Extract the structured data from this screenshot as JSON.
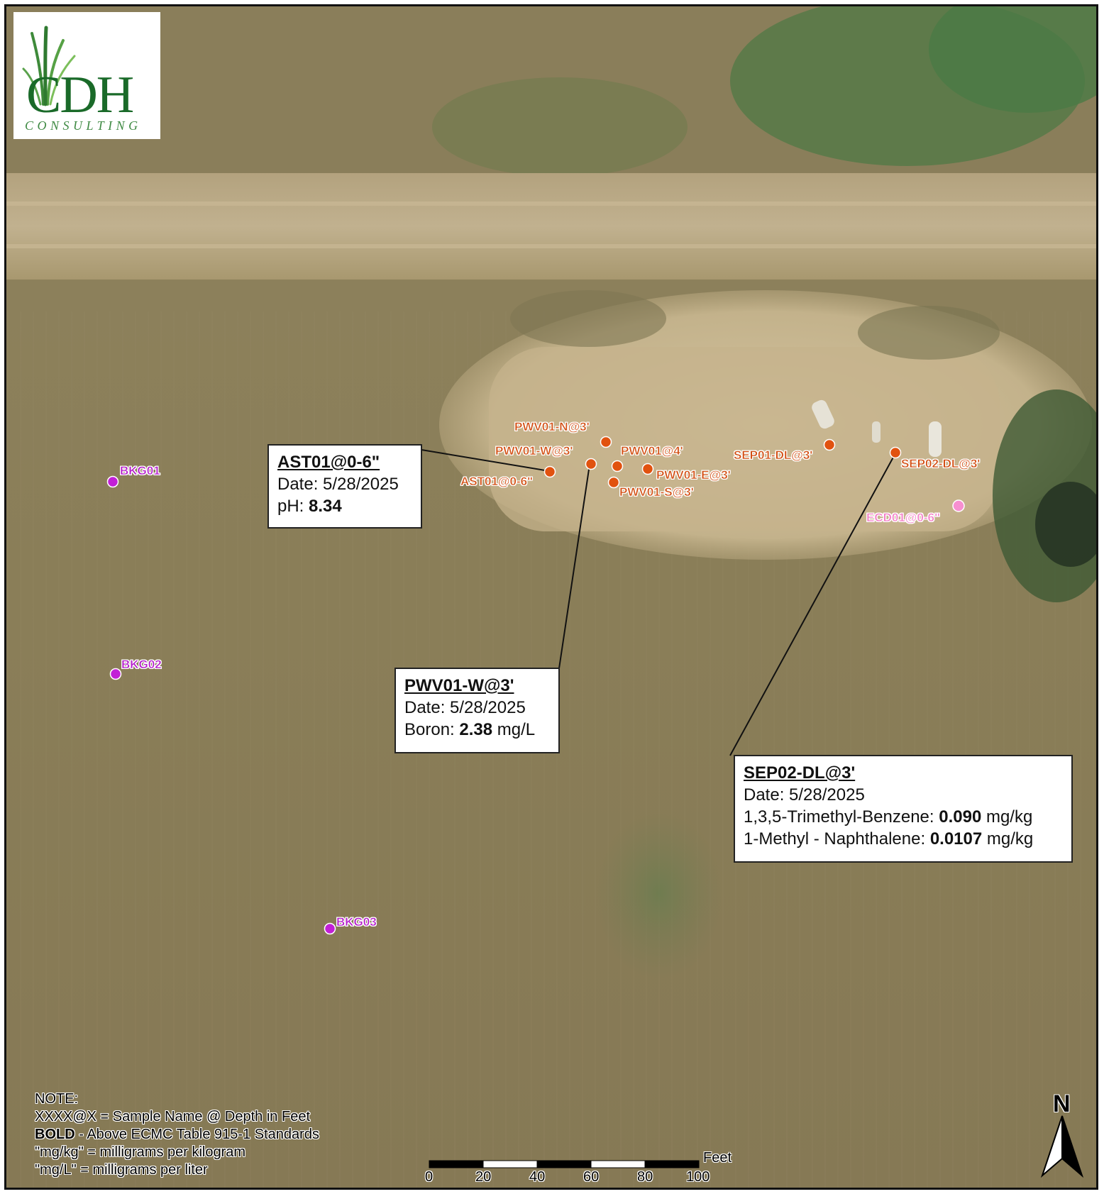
{
  "logo": {
    "name": "CDH",
    "subtitle": "CONSULTING"
  },
  "colors": {
    "sample_orange": "#e1520f",
    "background_purple": "#c21fd6",
    "ecd_pink": "#f78fd0",
    "callout_border": "#222222"
  },
  "samples": [
    {
      "id": "ast01",
      "label": "AST01@0-6\""
    },
    {
      "id": "pwv01-w",
      "label": "PWV01-W@3'"
    },
    {
      "id": "pwv01-n",
      "label": "PWV01-N@3'"
    },
    {
      "id": "pwv01-4",
      "label": "PWV01@4'"
    },
    {
      "id": "pwv01-e",
      "label": "PWV01-E@3'"
    },
    {
      "id": "pwv01-s",
      "label": "PWV01-S@3'"
    },
    {
      "id": "sep01",
      "label": "SEP01-DL@3'"
    },
    {
      "id": "sep02",
      "label": "SEP02-DL@3'"
    }
  ],
  "ecd": {
    "label": "ECD01@0-6\""
  },
  "background_points": [
    {
      "id": "bkg01",
      "label": "BKG01"
    },
    {
      "id": "bkg02",
      "label": "BKG02"
    },
    {
      "id": "bkg03",
      "label": "BKG03"
    }
  ],
  "callouts": {
    "ast01": {
      "title": "AST01@0-6\"",
      "date_label": "Date: ",
      "date": "5/28/2025",
      "param": "pH: ",
      "value": "8.34",
      "unit": ""
    },
    "pwv01w": {
      "title": "PWV01-W@3'",
      "date_label": "Date: ",
      "date": "5/28/2025",
      "param": "Boron: ",
      "value": "2.38",
      "unit": " mg/L"
    },
    "sep02": {
      "title": "SEP02-DL@3'",
      "date_label": "Date: ",
      "date": "5/28/2025",
      "param1": "1,3,5-Trimethyl-Benzene: ",
      "value1": "0.090",
      "unit1": " mg/kg",
      "param2": "1-Methyl - Naphthalene: ",
      "value2": "0.0107",
      "unit2": " mg/kg"
    }
  },
  "notes": {
    "heading": "NOTE:",
    "line1": "XXXX@X = Sample Name @ Depth in Feet",
    "bold_word": "BOLD",
    "line2_rest": " - Above ECMC Table 915-1 Standards",
    "line3": "\"mg/kg\" = milligrams per kilogram",
    "line4": "\"mg/L\" = milligrams per liter"
  },
  "scale": {
    "unit": "Feet",
    "ticks": [
      "0",
      "20",
      "40",
      "60",
      "80",
      "100"
    ]
  },
  "north": {
    "label": "N"
  }
}
